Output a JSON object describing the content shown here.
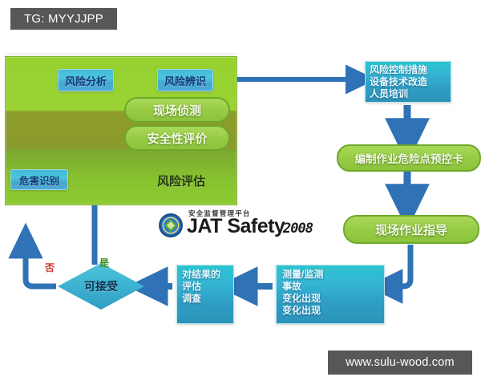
{
  "overlays": {
    "top_tag": "TG: MYYJJPP",
    "bottom_watermark": "www.sulu-wood.com"
  },
  "logo": {
    "subtitle_cn": "安全监督管理平台",
    "name": "JAT Safety",
    "year": "2008"
  },
  "assessment_panel": {
    "caption": "风险评估",
    "boxes": {
      "risk_analysis": "风险分析",
      "risk_identification": "风险辨识",
      "hazard_identification": "危害识别"
    },
    "pills": {
      "site_detection": "现场侦测",
      "safety_evaluation": "安全性评价"
    }
  },
  "right_column": {
    "control_measures": {
      "line1": "风险控制措施",
      "line2": "设备技术改造",
      "line3": "人员培训"
    },
    "precontrol_card": "编制作业危险点预控卡",
    "site_guidance": "现场作业指导"
  },
  "bottom_row": {
    "monitoring": {
      "line1": "测量/监测",
      "line2": "事故",
      "line3": "变化出现",
      "line4": "变化出现"
    },
    "evaluation": {
      "line1": "对结果的",
      "line2": "评估",
      "line3": "调查"
    },
    "decision": "可接受",
    "branch_no": "否",
    "branch_yes": "是"
  },
  "colors": {
    "arrow_blue": "#2f72b5",
    "panel_green": "#96d130",
    "pill_green": "#98cc46",
    "teal": "#2fa8c6",
    "branch_no": "#d4372f",
    "branch_yes": "#3f8f1f",
    "tag_gray": "#575757"
  }
}
